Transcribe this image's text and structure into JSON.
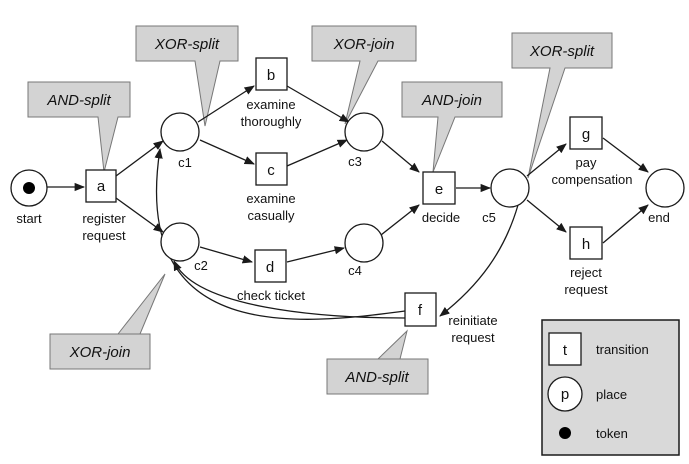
{
  "colors": {
    "stroke": "#1a1a1a",
    "callout_fill": "#d3d3d3",
    "legend_fill": "#d9d9d9",
    "node_fill": "#ffffff",
    "token": "#000000"
  },
  "callouts": {
    "and_split_top": "AND-split",
    "xor_split_left": "XOR-split",
    "xor_join_top": "XOR-join",
    "and_join": "AND-join",
    "xor_split_right": "XOR-split",
    "xor_join_bottom": "XOR-join",
    "and_split_bottom": "AND-split"
  },
  "places": {
    "start": "start",
    "c1": "c1",
    "c2": "c2",
    "c3": "c3",
    "c4": "c4",
    "c5": "c5",
    "end": "end"
  },
  "transitions": {
    "a": {
      "letter": "a",
      "label_lines": [
        "register",
        "request"
      ]
    },
    "b": {
      "letter": "b",
      "label_lines": [
        "examine",
        "thoroughly"
      ]
    },
    "c": {
      "letter": "c",
      "label_lines": [
        "examine",
        "casually"
      ]
    },
    "d": {
      "letter": "d",
      "label_lines": [
        "check ticket"
      ]
    },
    "e": {
      "letter": "e",
      "label_lines": [
        "decide"
      ]
    },
    "f": {
      "letter": "f",
      "label_lines": [
        "reinitiate",
        "request"
      ]
    },
    "g": {
      "letter": "g",
      "label_lines": [
        "pay",
        "compensation"
      ]
    },
    "h": {
      "letter": "h",
      "label_lines": [
        "reject",
        "request"
      ]
    }
  },
  "legend": {
    "transition_symbol": "t",
    "transition_label": "transition",
    "place_symbol": "p",
    "place_label": "place",
    "token_label": "token"
  }
}
